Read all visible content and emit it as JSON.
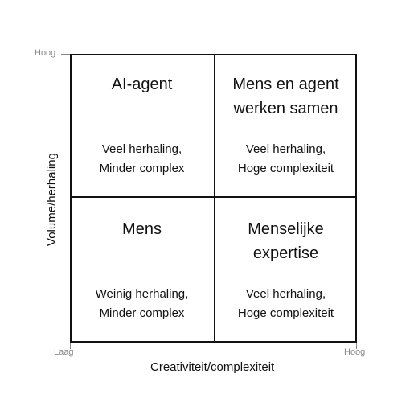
{
  "axes": {
    "y_label": "Volume/herhaling",
    "x_label": "Creativiteit/complexiteit",
    "y_high": "Hoog",
    "origin": "Laag",
    "x_high": "Hoog"
  },
  "quadrants": {
    "top_left": {
      "title": "AI-agent",
      "desc": "Veel herhaling,\nMinder complex"
    },
    "top_right": {
      "title": "Mens en agent\nwerken samen",
      "desc": "Veel herhaling,\nHoge complexiteit"
    },
    "bottom_left": {
      "title": "Mens",
      "desc": "Weinig herhaling,\nMinder complex"
    },
    "bottom_right": {
      "title": "Menselijke\nexpertise",
      "desc": "Veel herhaling,\nHoge complexiteit"
    }
  }
}
